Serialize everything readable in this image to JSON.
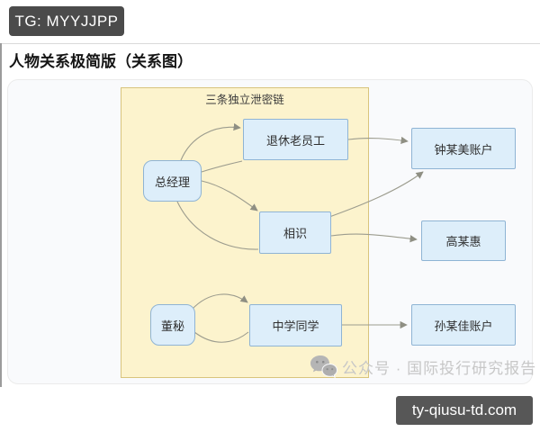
{
  "badges": {
    "top_left": "TG: MYYJJPP",
    "bottom_right": "ty-qiusu-td.com"
  },
  "title": "人物关系极简版（关系图）",
  "diagram": {
    "group_label": "三条独立泄密链",
    "nodes": [
      {
        "id": "general-manager",
        "label": "总经理",
        "shape": "rounded"
      },
      {
        "id": "retired-employee",
        "label": "退休老员工",
        "shape": "rect"
      },
      {
        "id": "acquaintance",
        "label": "相识",
        "shape": "rect"
      },
      {
        "id": "secretary",
        "label": "董秘",
        "shape": "rounded"
      },
      {
        "id": "classmate",
        "label": "中学同学",
        "shape": "rect"
      },
      {
        "id": "zhong-account",
        "label": "钟某美账户",
        "shape": "rect"
      },
      {
        "id": "gao-account",
        "label": "高某惠",
        "shape": "rect"
      },
      {
        "id": "sun-account",
        "label": "孙某佳账户",
        "shape": "rect"
      }
    ],
    "edges": [
      {
        "from": "general-manager",
        "to": "retired-employee",
        "arrow": true
      },
      {
        "from": "general-manager",
        "to": "retired-employee",
        "arrow": false
      },
      {
        "from": "general-manager",
        "to": "acquaintance",
        "arrow": true
      },
      {
        "from": "general-manager",
        "to": "acquaintance",
        "arrow": false
      },
      {
        "from": "retired-employee",
        "to": "zhong-account",
        "arrow": true
      },
      {
        "from": "acquaintance",
        "to": "zhong-account",
        "arrow": true
      },
      {
        "from": "acquaintance",
        "to": "gao-account",
        "arrow": true
      },
      {
        "from": "secretary",
        "to": "classmate",
        "arrow": true
      },
      {
        "from": "secretary",
        "to": "classmate",
        "arrow": false
      },
      {
        "from": "classmate",
        "to": "sun-account",
        "arrow": true
      }
    ],
    "colors": {
      "group_fill": "#fcf3cd",
      "group_border": "#d8c47d",
      "node_fill": "#ddeefa",
      "node_border": "#8fb4d4",
      "edge": "#9c9c8e",
      "badge_bg": "#4b4b4b"
    }
  },
  "watermark": {
    "icon": "wechat-icon",
    "text": "公众号 · 国际投行研究报告"
  }
}
